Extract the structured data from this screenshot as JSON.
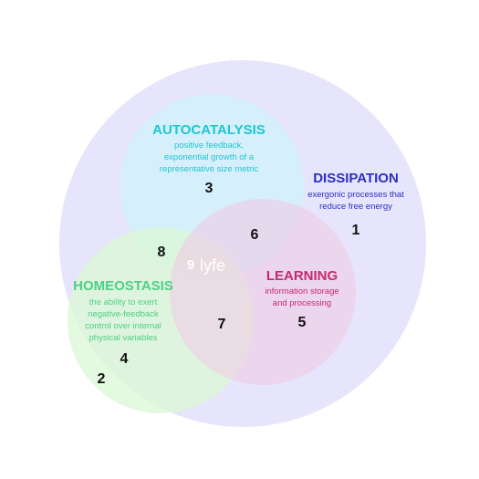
{
  "colors": {
    "dissipation_fill": "#e5e4fb",
    "autocatalysis_fill": "#d3f0fb",
    "learning_fill": "#f0cbe4",
    "homeostasis_fill": "#dcf7d8",
    "dissipation_text": "#2d2fc0",
    "autocatalysis_text": "#1fc7d2",
    "learning_text": "#c62a6e",
    "homeostasis_text": "#4fcf86"
  },
  "sets": {
    "dissipation": {
      "title": "DISSIPATION",
      "desc1": "exergonic processes that",
      "desc2": "reduce free energy"
    },
    "autocatalysis": {
      "title": "AUTOCATALYSIS",
      "desc1": "positive feedback,",
      "desc2": "exponential growth of a",
      "desc3": "representative size metric"
    },
    "learning": {
      "title": "LEARNING",
      "desc1": "information storage",
      "desc2": "and processing"
    },
    "homeostasis": {
      "title": "HOMEOSTASIS",
      "desc1": "the ability to exert",
      "desc2": "negative-feedback",
      "desc3": "control over internal",
      "desc4": "physical variables"
    }
  },
  "regions": {
    "r1": "1",
    "r2": "2",
    "r3": "3",
    "r4": "4",
    "r5": "5",
    "r6": "6",
    "r7": "7",
    "r8": "8",
    "r9": "9",
    "r9_label": "lyfe"
  }
}
